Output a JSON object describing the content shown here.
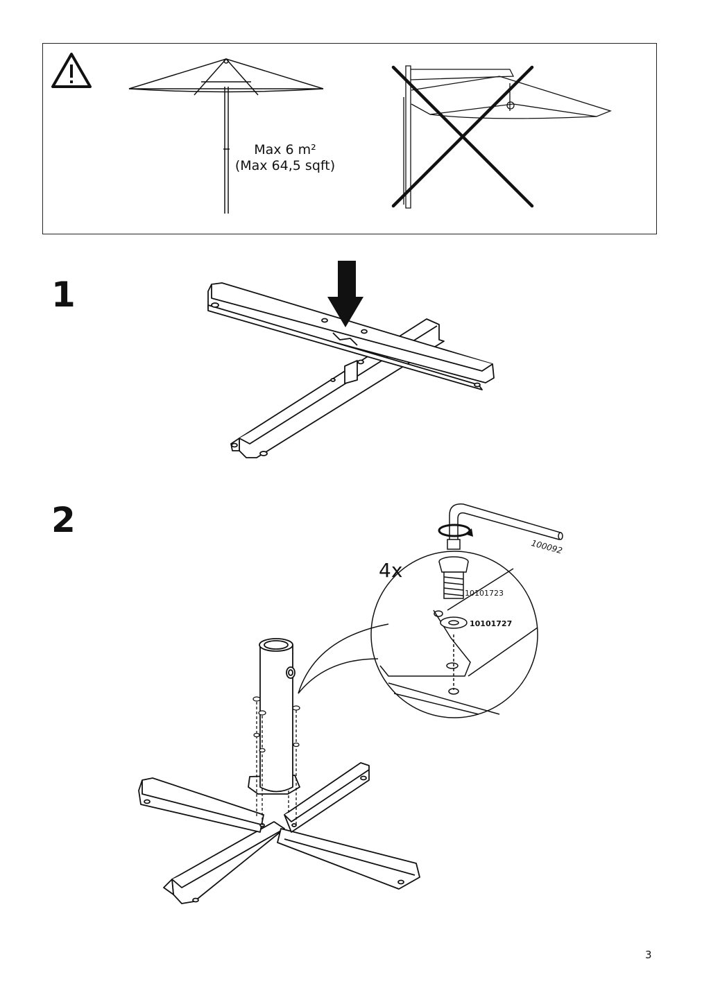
{
  "warning": {
    "area_line1": "Max 6 m²",
    "area_line2": "(Max 64,5 sqft)"
  },
  "steps": [
    {
      "number": "1"
    },
    {
      "number": "2"
    }
  ],
  "step2": {
    "quantity": "4x",
    "tool_part": "100092",
    "screw_part": "10101723",
    "washer_part": "10101727"
  },
  "page_number": "3"
}
